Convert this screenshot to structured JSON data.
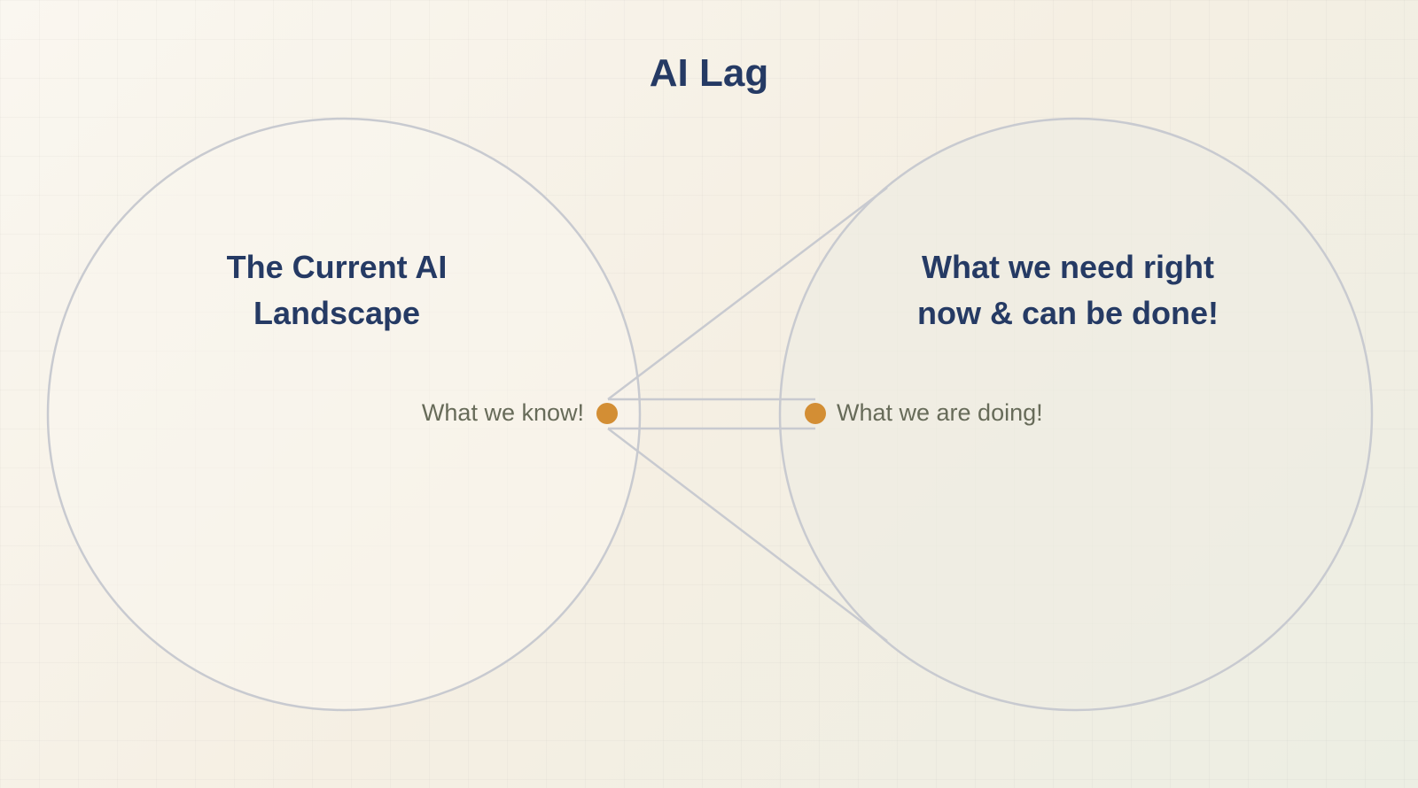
{
  "title": "AI Lag",
  "left_circle": {
    "heading_lines": [
      "The Current AI",
      "Landscape"
    ],
    "point_label": "What we know!"
  },
  "right_circle": {
    "heading_lines": [
      "What we need right",
      "now & can be done!"
    ],
    "point_label": "What we are doing!"
  },
  "colors": {
    "title": "#253a64",
    "point": "#d38e34",
    "outline": "#c8cad0",
    "label": "#676b59",
    "left_fill": "#f9f5ef",
    "right_fill": "#eeede3"
  }
}
